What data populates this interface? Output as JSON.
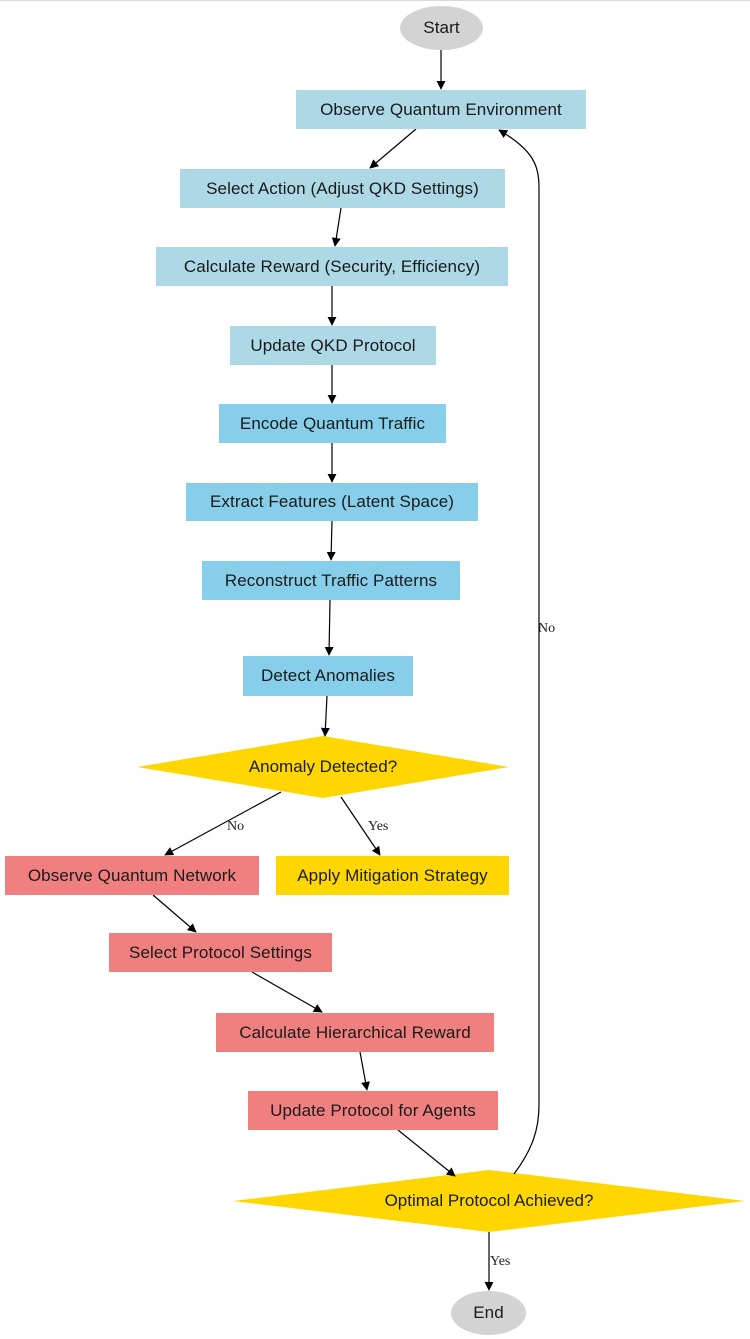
{
  "colors": {
    "terminal": "#d3d3d3",
    "rl_stage": "#add8e6",
    "autoencoder_stage": "#87ceeb",
    "decision": "#ffd700",
    "hierarchical_stage": "#f08080",
    "edge": "#000000"
  },
  "nodes": {
    "start": "Start",
    "observe_env": "Observe Quantum Environment",
    "select_action": "Select Action (Adjust QKD Settings)",
    "calc_reward": "Calculate Reward (Security, Efficiency)",
    "update_qkd": "Update QKD Protocol",
    "encode_traffic": "Encode Quantum Traffic",
    "extract_features": "Extract Features (Latent Space)",
    "reconstruct": "Reconstruct Traffic Patterns",
    "detect": "Detect Anomalies",
    "anomaly_decision": "Anomaly Detected?",
    "observe_network": "Observe Quantum Network",
    "mitigation": "Apply Mitigation Strategy",
    "select_protocol": "Select Protocol Settings",
    "hier_reward": "Calculate Hierarchical Reward",
    "update_agents": "Update Protocol for Agents",
    "optimal_decision": "Optimal Protocol Achieved?",
    "end": "End"
  },
  "edge_labels": {
    "anomaly_no": "No",
    "anomaly_yes": "Yes",
    "optimal_no": "No",
    "optimal_yes": "Yes"
  }
}
